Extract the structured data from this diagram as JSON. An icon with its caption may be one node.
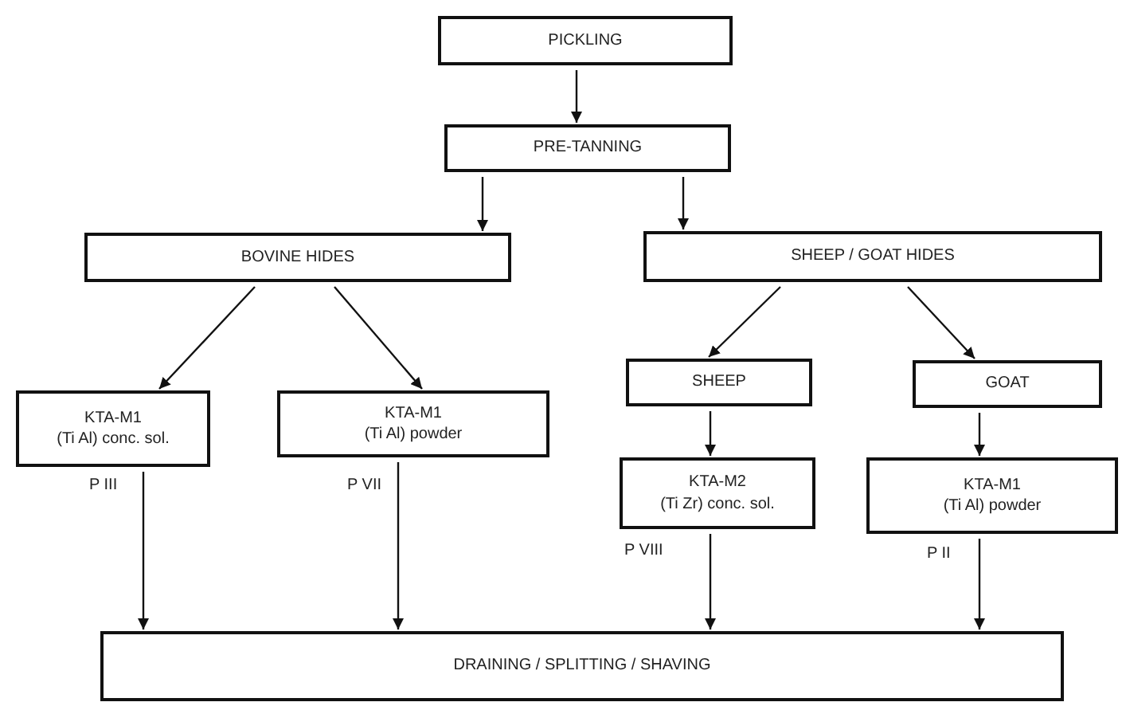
{
  "diagram": {
    "nodes": [
      {
        "text": [
          "PICKLING"
        ]
      },
      {
        "text": [
          "PRE-TANNING"
        ]
      },
      {
        "text": [
          "BOVINE HIDES"
        ]
      },
      {
        "text": [
          "SHEEP / GOAT HIDES"
        ]
      },
      {
        "text": [
          "KTA-M1",
          "(Ti Al) conc. sol."
        ]
      },
      {
        "text": [
          "KTA-M1",
          "(Ti Al) powder"
        ]
      },
      {
        "text": [
          "SHEEP"
        ]
      },
      {
        "text": [
          "GOAT"
        ]
      },
      {
        "text": [
          "KTA-M2",
          "(Ti Zr) conc. sol."
        ]
      },
      {
        "text": [
          "KTA-M1",
          "(Ti Al) powder"
        ]
      },
      {
        "text": [
          "DRAINING / SPLITTING / SHAVING"
        ]
      }
    ],
    "edges": [
      {
        "from": 0,
        "to": 1,
        "arrow": "to"
      },
      {
        "from": 1,
        "to": 2,
        "arrow": "to"
      },
      {
        "from": 1,
        "to": 3,
        "arrow": "to"
      },
      {
        "from": 2,
        "to": 4,
        "arrow": "to"
      },
      {
        "from": 2,
        "to": 5,
        "arrow": "to"
      },
      {
        "from": 3,
        "to": 6,
        "arrow": "to"
      },
      {
        "from": 3,
        "to": 7,
        "arrow": "to"
      },
      {
        "from": 6,
        "to": 8,
        "arrow": "to"
      },
      {
        "from": 7,
        "to": 9,
        "arrow": "to"
      },
      {
        "from": 4,
        "to": 10,
        "arrow": "to",
        "label": "P III"
      },
      {
        "from": 5,
        "to": 10,
        "arrow": "to",
        "label": "P VII"
      },
      {
        "from": 8,
        "to": 10,
        "arrow": "to",
        "label": "P VIII"
      },
      {
        "from": 9,
        "to": 10,
        "arrow": "to",
        "label": "P II"
      }
    ]
  }
}
